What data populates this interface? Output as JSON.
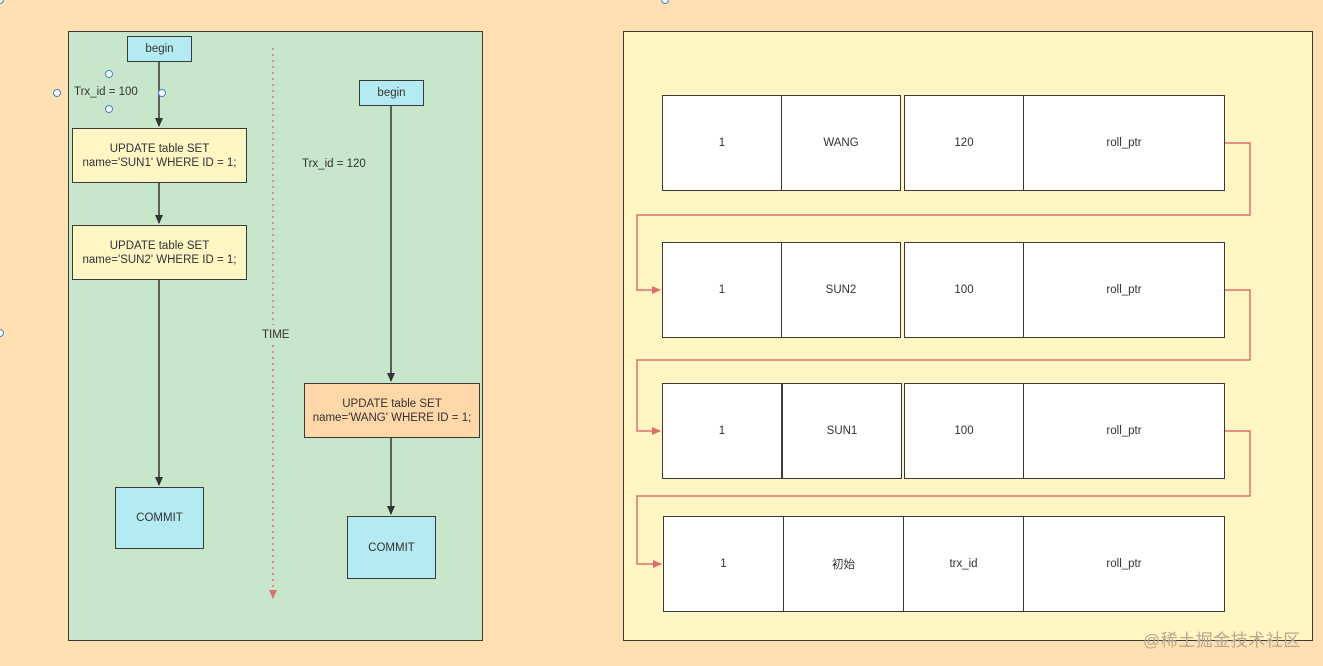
{
  "left": {
    "trx1": {
      "begin_label": "begin",
      "trx_label": "Trx_id  = 100",
      "update1": "UPDATE table SET name='SUN1' WHERE ID = 1;",
      "update2": "UPDATE table SET name='SUN2' WHERE ID = 1;",
      "commit_label": "COMMIT"
    },
    "time_label": "TIME",
    "trx2": {
      "begin_label": "begin",
      "trx_label": "Trx_id = 120",
      "update": "UPDATE table SET name='WANG' WHERE ID = 1;",
      "commit_label": "COMMIT"
    }
  },
  "right": {
    "rows": [
      [
        "1",
        "WANG",
        "120",
        "roll_ptr"
      ],
      [
        "1",
        "SUN2",
        "100",
        "roll_ptr"
      ],
      [
        "1",
        "SUN1",
        "100",
        "roll_ptr"
      ],
      [
        "1",
        "初始",
        "trx_id",
        "roll_ptr"
      ]
    ]
  },
  "watermark": "@稀土掘金技术社区",
  "colors": {
    "left_bg": "#c8e6c9",
    "right_bg": "#fff6c4",
    "page_bg": "#ffe0b2",
    "arrow_red": "#e07070",
    "cyan_box": "#b4ebf2",
    "orange_box": "#ffd7a8"
  }
}
